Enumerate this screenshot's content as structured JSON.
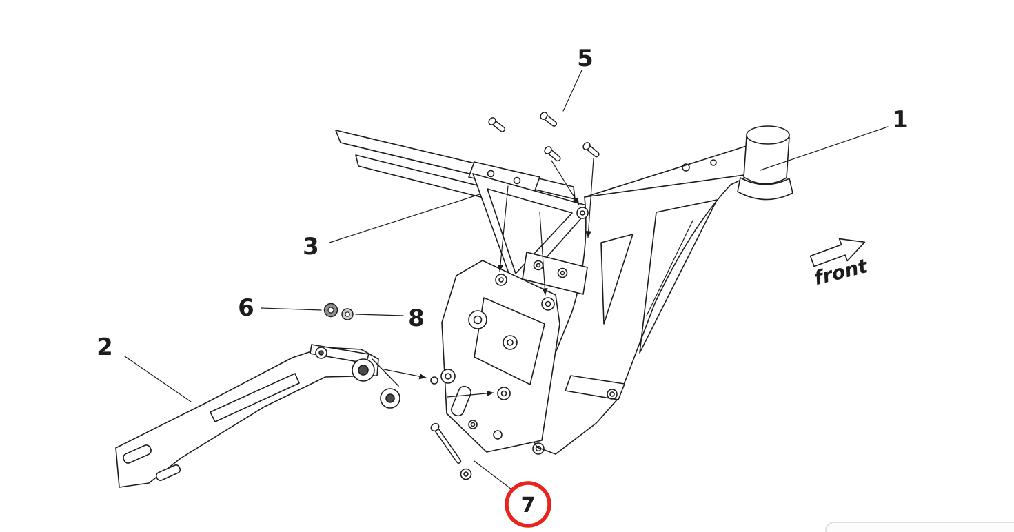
{
  "diagram": {
    "front_label": "front",
    "callouts": {
      "c1": "1",
      "c2": "2",
      "c3": "3",
      "c5": "5",
      "c6": "6",
      "c7": "7",
      "c8": "8"
    },
    "highlighted_callout": "7",
    "colors": {
      "background": "#ffffff",
      "line": "#1c1c1c",
      "highlight_ring": "#e8241d"
    }
  }
}
